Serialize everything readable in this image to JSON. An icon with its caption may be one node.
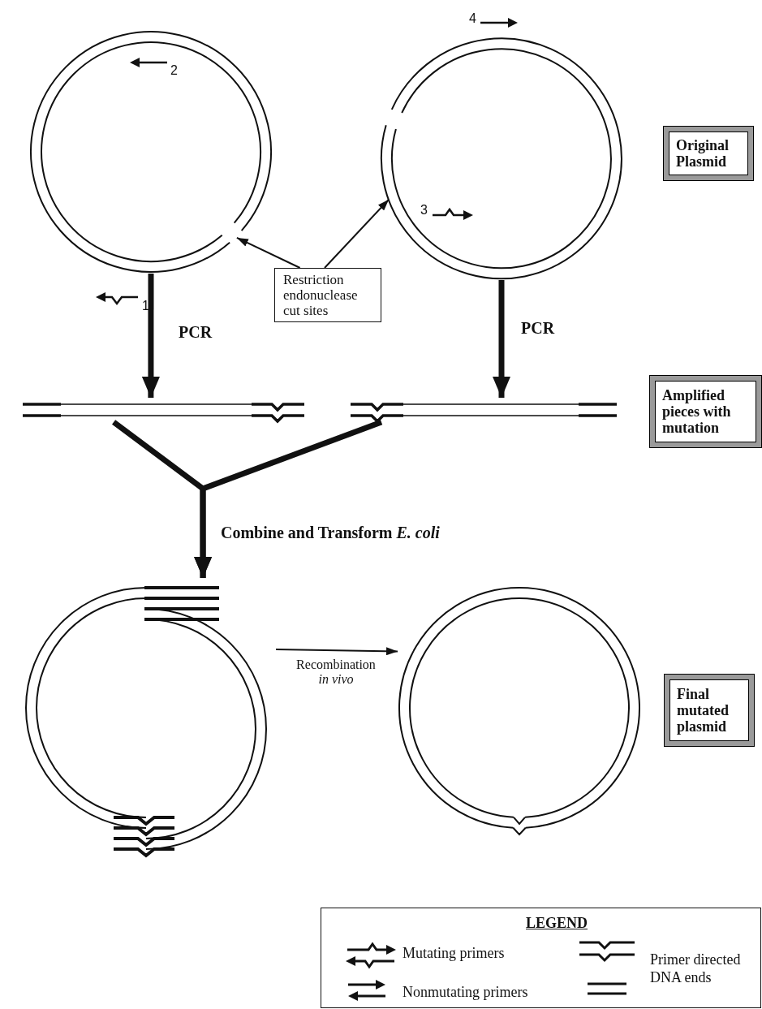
{
  "diagram": {
    "nodes": [
      {
        "text": [],
        "shape": "circle"
      },
      {
        "text": [],
        "shape": "circle"
      },
      {
        "text": [
          "Original Plasmid"
        ]
      },
      {
        "text": [
          "Restriction endonuclease cut sites"
        ]
      },
      {
        "text": [],
        "shape": "bar"
      },
      {
        "text": [],
        "shape": "bar"
      },
      {
        "text": [
          "Amplified pieces with mutation"
        ]
      },
      {
        "text": [],
        "shape": "circle"
      },
      {
        "text": [],
        "shape": "circle"
      },
      {
        "text": [
          "Final mutated plasmid"
        ]
      }
    ],
    "edges": [
      {
        "from": 3,
        "to": 0,
        "arrow": "to"
      },
      {
        "from": 3,
        "to": 1,
        "arrow": "to"
      },
      {
        "from": 0,
        "to": 4,
        "arrow": "to",
        "label": "PCR"
      },
      {
        "from": 1,
        "to": 5,
        "arrow": "to",
        "label": "PCR"
      },
      {
        "from": 4,
        "to": 7,
        "arrow": "to",
        "label": "Combine and Transform *E. coli*"
      },
      {
        "from": 5,
        "to": 7,
        "arrow": "to"
      },
      {
        "from": 7,
        "to": 8,
        "arrow": "to",
        "label": "Recombination *in vivo*"
      }
    ],
    "labels": [
      "4",
      "2",
      "3",
      "1",
      "LEGEND"
    ],
    "legend": [
      {
        "text": "Mutating primers"
      },
      {
        "text": "Nonmutating primers"
      },
      {
        "text": "Primer directed DNA ends"
      }
    ]
  }
}
